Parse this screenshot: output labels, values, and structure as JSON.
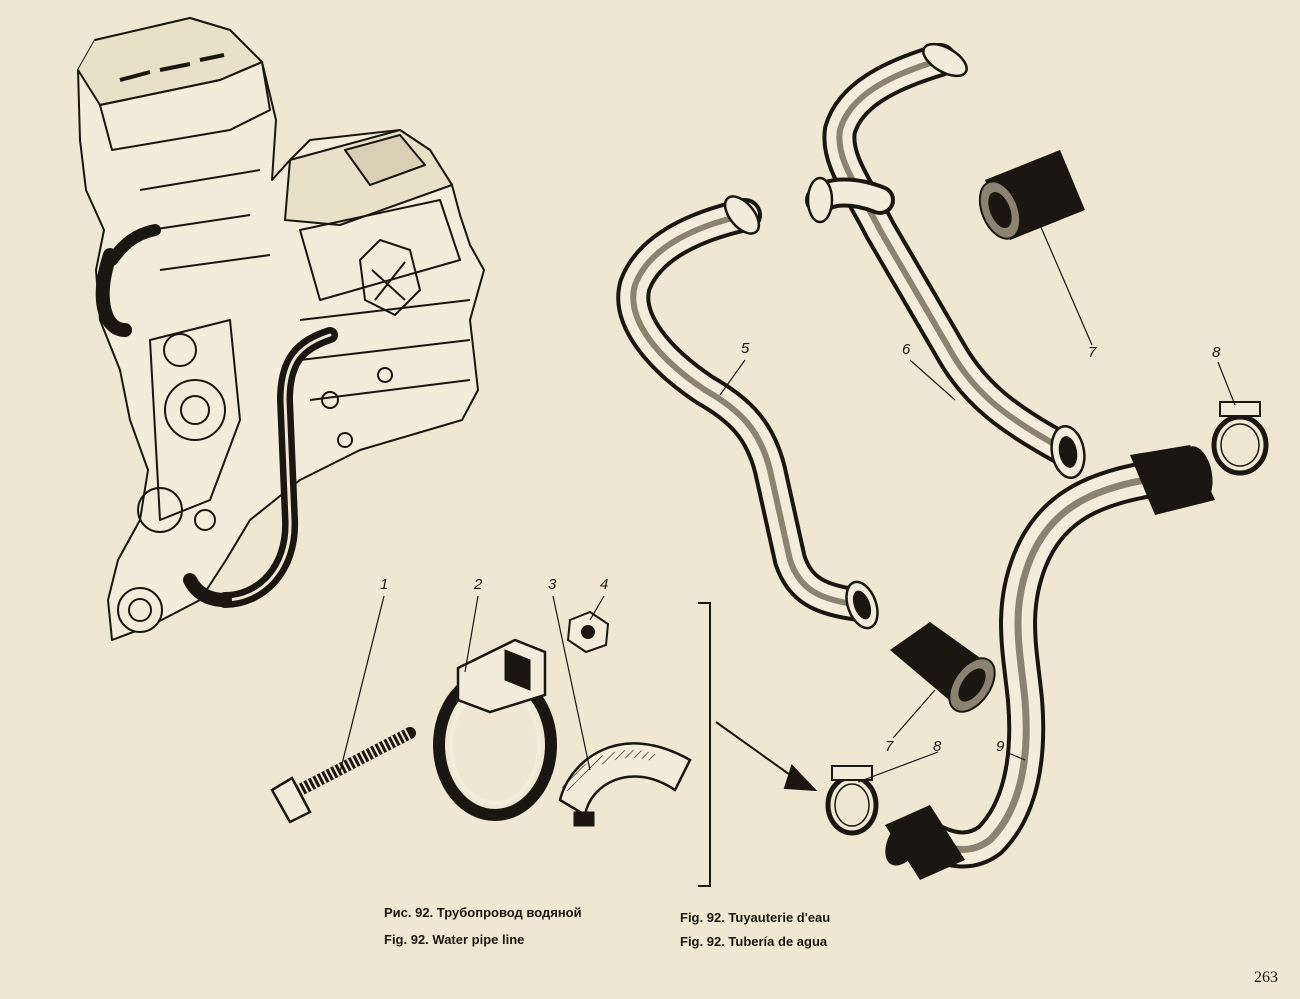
{
  "callouts": [
    "1",
    "2",
    "3",
    "4",
    "5",
    "6",
    "7",
    "7",
    "8",
    "8",
    "9"
  ],
  "captions": {
    "ru": "Рис. 92. Трубопровод водяной",
    "en": "Fig. 92. Water pipe line",
    "fr": "Fig. 92. Tuyauterie d'eau",
    "es": "Fig. 92. Tubería de agua"
  },
  "page_number": "263",
  "colors": {
    "paper": "#efe7d2",
    "ink": "#1a1712",
    "shade": "#8b8270"
  }
}
